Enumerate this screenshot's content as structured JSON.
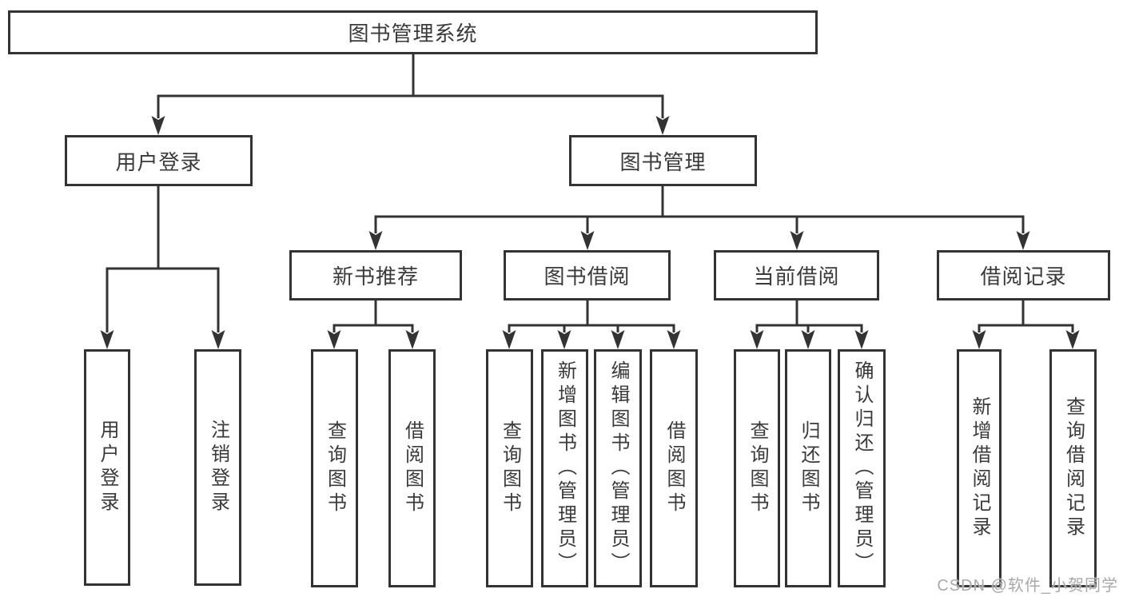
{
  "colors": {
    "line": "#333333",
    "box_border": "#333333",
    "text": "#3a3a3a",
    "background": "#ffffff",
    "watermark": "#a9a9a9"
  },
  "chart_data": {
    "type": "table",
    "title": "图书管理系统功能结构图"
  },
  "tree": {
    "label": "图书管理系统",
    "children": [
      {
        "label": "用户登录",
        "children": [
          {
            "label": "用户登录"
          },
          {
            "label": "注销登录"
          }
        ]
      },
      {
        "label": "图书管理",
        "children": [
          {
            "label": "新书推荐",
            "children": [
              {
                "label": "查询图书"
              },
              {
                "label": "借阅图书"
              }
            ]
          },
          {
            "label": "图书借阅",
            "children": [
              {
                "label": "查询图书"
              },
              {
                "label": "新增图书（管理员）"
              },
              {
                "label": "编辑图书（管理员）"
              },
              {
                "label": "借阅图书"
              }
            ]
          },
          {
            "label": "当前借阅",
            "children": [
              {
                "label": "查询图书"
              },
              {
                "label": "归还图书"
              },
              {
                "label": "确认归还（管理员）"
              }
            ]
          },
          {
            "label": "借阅记录",
            "children": [
              {
                "label": "新增借阅记录"
              },
              {
                "label": "查询借阅记录"
              }
            ]
          }
        ]
      }
    ]
  },
  "watermark": {
    "text": "CSDN @软件_小贺同学"
  }
}
